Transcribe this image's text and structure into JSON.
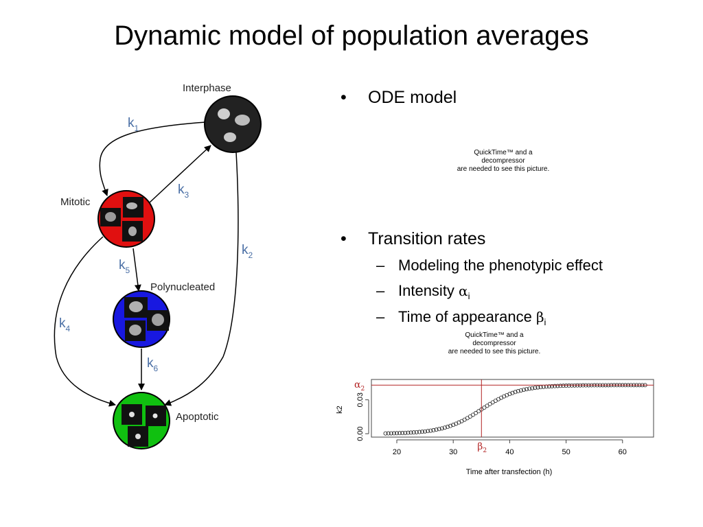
{
  "title": "Dynamic model of population averages",
  "diagram": {
    "nodes": {
      "interphase": {
        "label": "Interphase",
        "color": "#222222"
      },
      "mitotic": {
        "label": "Mitotic",
        "color": "#e01010"
      },
      "polynucleated": {
        "label": "Polynucleated",
        "color": "#1818e0"
      },
      "apoptotic": {
        "label": "Apoptotic",
        "color": "#10c010"
      }
    },
    "rates": [
      {
        "id": "k1",
        "base": "k",
        "sub": "1"
      },
      {
        "id": "k2",
        "base": "k",
        "sub": "2"
      },
      {
        "id": "k3",
        "base": "k",
        "sub": "3"
      },
      {
        "id": "k4",
        "base": "k",
        "sub": "4"
      },
      {
        "id": "k5",
        "base": "k",
        "sub": "5"
      },
      {
        "id": "k6",
        "base": "k",
        "sub": "6"
      }
    ],
    "rate_color": "#4a6fa5"
  },
  "bullets": [
    {
      "text": "ODE model"
    },
    {
      "text": "Transition rates"
    }
  ],
  "subbullets": [
    {
      "text": "Modeling the phenotypic effect"
    },
    {
      "text": "Intensity ",
      "greek": "α",
      "sub": "i"
    },
    {
      "text": "Time of appearance ",
      "greek": "β",
      "sub": "i"
    }
  ],
  "quicktime_placeholder": {
    "line1": "QuickTime™ and a",
    "line2": "decompressor",
    "line3": "are needed to see this picture."
  },
  "chart_data": {
    "type": "scatter",
    "title": "",
    "xlabel": "Time after transfection (h)",
    "ylabel": "k2",
    "xlim": [
      15.5,
      65.5
    ],
    "ylim": [
      -0.003,
      0.048
    ],
    "x_ticks": [
      20,
      30,
      40,
      50,
      60
    ],
    "y_ticks": [
      0.0,
      0.03
    ],
    "y_tick_labels": [
      "0.00",
      "0.03"
    ],
    "series": [
      {
        "model": "logistic",
        "x_start": 18,
        "x_end": 64,
        "x_step": 0.5,
        "alpha": 0.043,
        "beta": 35,
        "steepness": 0.3
      }
    ],
    "alpha_line": {
      "label": "α",
      "sub": "2",
      "value": 0.043
    },
    "beta_line": {
      "label": "β",
      "sub": "2",
      "value": 35
    },
    "reference_color": "#b22222",
    "grid": false,
    "legend": "none"
  }
}
